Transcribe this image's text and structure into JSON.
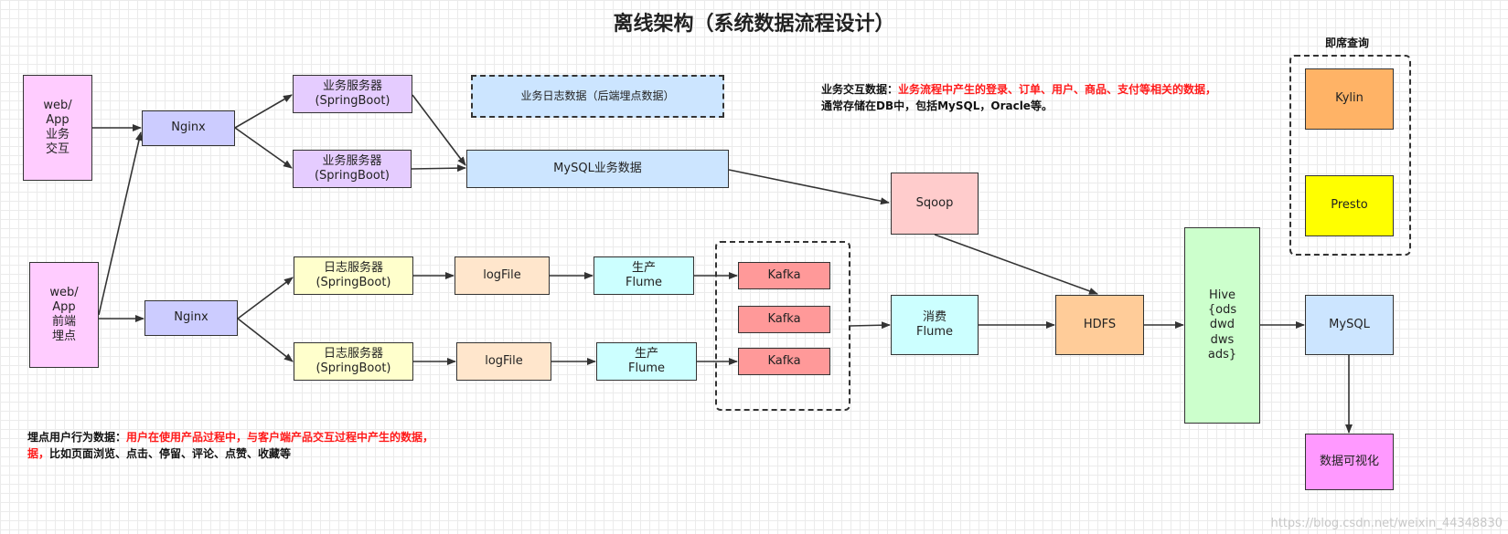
{
  "title": "离线架构（系统数据流程设计）",
  "nodes": {
    "web_app_interact": "web/\nApp\n业务\n交互",
    "web_app_tracking": "web/\nApp\n前端\n埋点",
    "nginx_top": "Nginx",
    "nginx_bottom": "Nginx",
    "biz_server_1": "业务服务器\n(SpringBoot)",
    "biz_server_2": "业务服务器\n(SpringBoot)",
    "biz_log_data": "业务日志数据（后端埋点数据）",
    "mysql_biz": "MySQL业务数据",
    "log_server_1": "日志服务器\n(SpringBoot)",
    "log_server_2": "日志服务器\n(SpringBoot)",
    "logfile_1": "logFile",
    "logfile_2": "logFile",
    "produce_flume_1": "生产\nFlume",
    "produce_flume_2": "生产\nFlume",
    "kafka_1": "Kafka",
    "kafka_2": "Kafka",
    "kafka_3": "Kafka",
    "consume_flume": "消费\nFlume",
    "sqoop": "Sqoop",
    "hdfs": "HDFS",
    "hive": "Hive\n{ods\ndwd\ndws\nads}",
    "mysql_out": "MySQL",
    "kylin": "Kylin",
    "presto": "Presto",
    "data_viz": "数据可视化"
  },
  "adhoc_label": "即席查询",
  "notes": {
    "biz_interaction_prefix": "业务交互数据：",
    "biz_interaction_red": "业务流程中产生的登录、订单、用户、商品、支付等相关的数据，",
    "biz_interaction_rest": "通常存储在DB中，包括MySQL，Oracle等。",
    "tracking_prefix": "埋点用户行为数据：",
    "tracking_red": "用户在使用产品过程中，与客户端产品交互过程中产生的数据，",
    "tracking_red_2": "据，",
    "tracking_rest": "比如页面浏览、点击、停留、评论、点赞、收藏等"
  },
  "watermark": "https://blog.csdn.net/weixin_44348830",
  "colors": {
    "pink": "#ffccff",
    "purple": "#e5ccff",
    "nginx": "#ccccff",
    "light_blue": "#cce5ff",
    "yellow_light": "#ffffcc",
    "peach": "#ffe6cc",
    "cyan": "#ccffff",
    "kafka": "#ff9999",
    "sqoop": "#ffcccc",
    "hdfs": "#ffcc99",
    "hive": "#ccffcc",
    "kylin": "#ffb366",
    "presto": "#ffff00",
    "viz": "#ff99ff"
  }
}
